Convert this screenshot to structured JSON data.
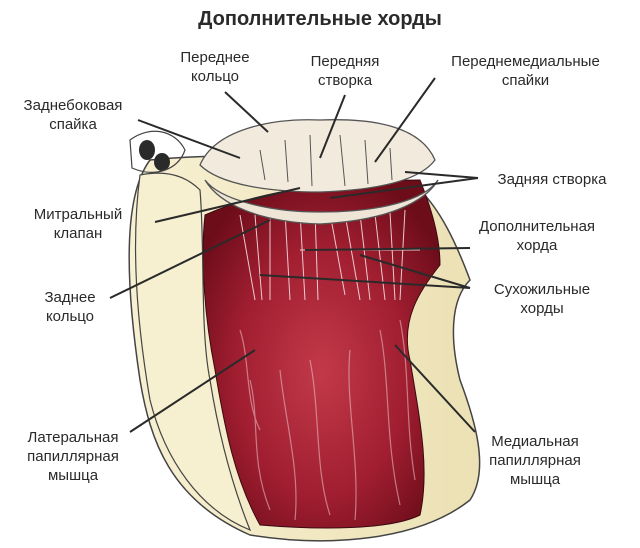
{
  "title": "Дополнительные хорды",
  "labels": {
    "anterior_ring": [
      "Переднее",
      "кольцо"
    ],
    "anterior_leaflet": [
      "Передняя",
      "створка"
    ],
    "anteromedial_commissure": [
      "Переднемедиальные",
      "спайки"
    ],
    "posterolateral_commissure": [
      "Заднебоковая",
      "спайка"
    ],
    "posterior_leaflet": [
      "Задняя створка"
    ],
    "mitral_valve": [
      "Митральный",
      "клапан"
    ],
    "accessory_chord": [
      "Дополнительная",
      "хорда"
    ],
    "tendinous_chords": [
      "Сухожильные",
      "хорды"
    ],
    "posterior_ring": [
      "Заднее",
      "кольцо"
    ],
    "lateral_papillary": [
      "Латеральная",
      "папиллярная",
      "мышца"
    ],
    "medial_papillary": [
      "Медиальная",
      "папиллярная",
      "мышца"
    ]
  },
  "colors": {
    "muscle_dark": "#8e1424",
    "muscle_mid": "#b52a3b",
    "wall": "#f4ecc8",
    "leaflet": "#f3ebdc",
    "leader": "#2a2a2a"
  }
}
